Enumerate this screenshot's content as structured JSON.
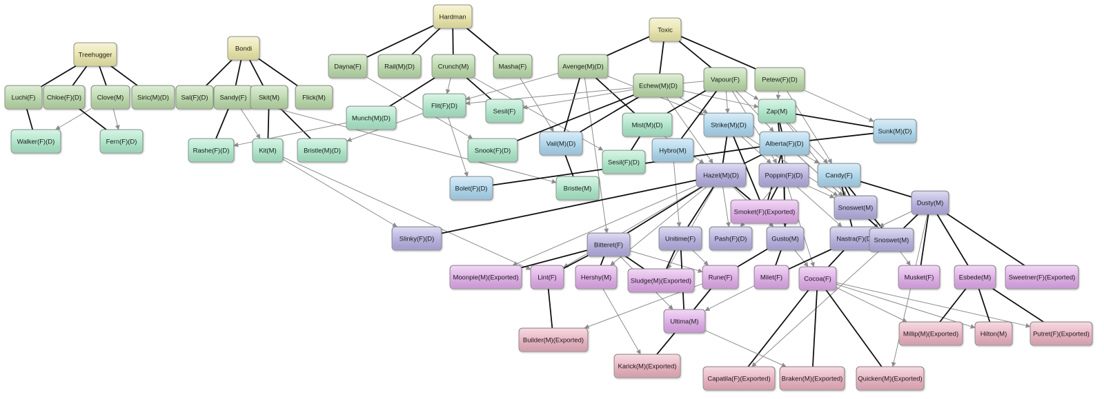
{
  "colors": {
    "y": "#e8e4a8",
    "g": "#b7d6a6",
    "t": "#a9e4c6",
    "b": "#a9d3ea",
    "p": "#b2acdc",
    "m": "#dca8e4",
    "r": "#e6aebd",
    "strong_edge": "#111111",
    "weak_edge": "#8c8c8c"
  },
  "nodes": [
    {
      "id": "treehugger",
      "label": "Treehugger",
      "group": "y"
    },
    {
      "id": "bondi",
      "label": "Bondi",
      "group": "y"
    },
    {
      "id": "hardman",
      "label": "Hardman",
      "group": "y"
    },
    {
      "id": "toxic",
      "label": "Toxic",
      "group": "y"
    },
    {
      "id": "luchi",
      "label": "Luchi(F)",
      "group": "g"
    },
    {
      "id": "chloe",
      "label": "Chloe(F)(D)",
      "group": "g"
    },
    {
      "id": "clove",
      "label": "Clove(M)",
      "group": "g"
    },
    {
      "id": "siric",
      "label": "Siric(M)(D)",
      "group": "g"
    },
    {
      "id": "sal",
      "label": "Sal(F)(D)",
      "group": "g"
    },
    {
      "id": "sandy",
      "label": "Sandy(F)",
      "group": "g"
    },
    {
      "id": "skit",
      "label": "Skit(M)",
      "group": "g"
    },
    {
      "id": "flick",
      "label": "Flick(M)",
      "group": "g"
    },
    {
      "id": "dayna",
      "label": "Dayna(F)",
      "group": "g"
    },
    {
      "id": "rail",
      "label": "Rail(M)(D)",
      "group": "g"
    },
    {
      "id": "crunch",
      "label": "Crunch(M)",
      "group": "g"
    },
    {
      "id": "masha",
      "label": "Masha(F)",
      "group": "g"
    },
    {
      "id": "avenge",
      "label": "Avenge(M)(D)",
      "group": "g"
    },
    {
      "id": "echew",
      "label": "Echew(M)(D)",
      "group": "g"
    },
    {
      "id": "vapour",
      "label": "Vapour(F)",
      "group": "g"
    },
    {
      "id": "petew",
      "label": "Petew(F)(D)",
      "group": "g"
    },
    {
      "id": "walker",
      "label": "Walker(F)(D)",
      "group": "t"
    },
    {
      "id": "fern",
      "label": "Fern(F)(D)",
      "group": "t"
    },
    {
      "id": "rashe",
      "label": "Rashe(F)(D)",
      "group": "t"
    },
    {
      "id": "kit",
      "label": "Kit(M)",
      "group": "t"
    },
    {
      "id": "bristled",
      "label": "Bristle(M)(D)",
      "group": "t"
    },
    {
      "id": "munch",
      "label": "Munch(M)(D)",
      "group": "t"
    },
    {
      "id": "flit",
      "label": "Flit(F)(D)",
      "group": "t"
    },
    {
      "id": "sesilf",
      "label": "Sesil(F)",
      "group": "t"
    },
    {
      "id": "snook",
      "label": "Snook(F)(D)",
      "group": "t"
    },
    {
      "id": "mist",
      "label": "Mist(M)(D)",
      "group": "t"
    },
    {
      "id": "sesilfd",
      "label": "Sesil(F)(D)",
      "group": "t"
    },
    {
      "id": "zap",
      "label": "Zap(M)",
      "group": "t"
    },
    {
      "id": "bristle",
      "label": "Bristle(M)",
      "group": "t"
    },
    {
      "id": "vail",
      "label": "Vail(M)(D)",
      "group": "b"
    },
    {
      "id": "hybro",
      "label": "Hybro(M)",
      "group": "b"
    },
    {
      "id": "strike",
      "label": "Strike(M)(D)",
      "group": "b"
    },
    {
      "id": "alberta",
      "label": "Alberta(F)(D)",
      "group": "b"
    },
    {
      "id": "sunk",
      "label": "Sunk(M)(D)",
      "group": "b"
    },
    {
      "id": "candy",
      "label": "Candy(F)",
      "group": "b"
    },
    {
      "id": "bolet",
      "label": "Bolet(F)(D)",
      "group": "b"
    },
    {
      "id": "hazel",
      "label": "Hazel(M)(D)",
      "group": "p"
    },
    {
      "id": "poppin",
      "label": "Poppin(F)(D)",
      "group": "p"
    },
    {
      "id": "snoswet1",
      "label": "Snoswet(M)",
      "group": "p"
    },
    {
      "id": "dusty",
      "label": "Dusty(M)",
      "group": "p"
    },
    {
      "id": "slinky",
      "label": "Slinky(F)(D)",
      "group": "p"
    },
    {
      "id": "bitteret",
      "label": "Bitteret(F)",
      "group": "p"
    },
    {
      "id": "unitime",
      "label": "Unitime(F)",
      "group": "p"
    },
    {
      "id": "pash",
      "label": "Pash(F)(D)",
      "group": "p"
    },
    {
      "id": "gusto",
      "label": "Gusto(M)",
      "group": "p"
    },
    {
      "id": "nastra",
      "label": "Nastra(F)(D)",
      "group": "p"
    },
    {
      "id": "snoswet2",
      "label": "Snoswet(M)",
      "group": "p"
    },
    {
      "id": "smoket",
      "label": "Smoket(F)(Exported)",
      "group": "m"
    },
    {
      "id": "moonpie",
      "label": "Moonpie(M)(Exported)",
      "group": "m"
    },
    {
      "id": "lint",
      "label": "Lint(F)",
      "group": "m"
    },
    {
      "id": "hershy",
      "label": "Hershy(M)",
      "group": "m"
    },
    {
      "id": "sludge",
      "label": "Sludge(M)(Exported)",
      "group": "m"
    },
    {
      "id": "rune",
      "label": "Rune(F)",
      "group": "m"
    },
    {
      "id": "milet",
      "label": "Milet(F)",
      "group": "m"
    },
    {
      "id": "cocoa",
      "label": "Cocoa(F)",
      "group": "m"
    },
    {
      "id": "musket",
      "label": "Musket(F)",
      "group": "m"
    },
    {
      "id": "esbede",
      "label": "Esbede(M)",
      "group": "m"
    },
    {
      "id": "sweetner",
      "label": "Sweetner(F)(Exported)",
      "group": "m"
    },
    {
      "id": "ultima",
      "label": "Ultima(M)",
      "group": "m"
    },
    {
      "id": "builder",
      "label": "Builder(M)(Exported)",
      "group": "r"
    },
    {
      "id": "karick",
      "label": "Karick(M)(Exported)",
      "group": "r"
    },
    {
      "id": "millip",
      "label": "Millip(M)(Exported)",
      "group": "r"
    },
    {
      "id": "hilton",
      "label": "Hilton(M)",
      "group": "r"
    },
    {
      "id": "putret",
      "label": "Putret(F)(Exported)",
      "group": "r"
    },
    {
      "id": "capatila",
      "label": "Capatila(F)(Exported)",
      "group": "r"
    },
    {
      "id": "braken",
      "label": "Braken(M)(Exported)",
      "group": "r"
    },
    {
      "id": "quicken",
      "label": "Quicken(M)(Exported)",
      "group": "r"
    }
  ],
  "edges": [
    {
      "from": "treehugger",
      "to": "luchi",
      "strong": true
    },
    {
      "from": "treehugger",
      "to": "chloe",
      "strong": true
    },
    {
      "from": "treehugger",
      "to": "clove",
      "strong": true
    },
    {
      "from": "treehugger",
      "to": "siric",
      "strong": true
    },
    {
      "from": "luchi",
      "to": "walker",
      "strong": true
    },
    {
      "from": "clove",
      "to": "walker",
      "strong": false
    },
    {
      "from": "chloe",
      "to": "fern",
      "strong": true
    },
    {
      "from": "clove",
      "to": "fern",
      "strong": false
    },
    {
      "from": "bondi",
      "to": "sal",
      "strong": true
    },
    {
      "from": "bondi",
      "to": "sandy",
      "strong": true
    },
    {
      "from": "bondi",
      "to": "skit",
      "strong": true
    },
    {
      "from": "bondi",
      "to": "flick",
      "strong": true
    },
    {
      "from": "sandy",
      "to": "rashe",
      "strong": true
    },
    {
      "from": "skit",
      "to": "kit",
      "strong": true
    },
    {
      "from": "sandy",
      "to": "kit",
      "strong": false
    },
    {
      "from": "skit",
      "to": "bristled",
      "strong": true
    },
    {
      "from": "kit",
      "to": "slinky",
      "strong": false
    },
    {
      "from": "kit",
      "to": "lint",
      "strong": false
    },
    {
      "from": "sandy",
      "to": "bristle",
      "strong": false
    },
    {
      "from": "munch",
      "to": "rashe",
      "strong": false
    },
    {
      "from": "hardman",
      "to": "dayna",
      "strong": true
    },
    {
      "from": "hardman",
      "to": "rail",
      "strong": true
    },
    {
      "from": "hardman",
      "to": "crunch",
      "strong": true
    },
    {
      "from": "hardman",
      "to": "masha",
      "strong": true
    },
    {
      "from": "crunch",
      "to": "munch",
      "strong": true
    },
    {
      "from": "crunch",
      "to": "sesilf",
      "strong": true
    },
    {
      "from": "crunch",
      "to": "flit",
      "strong": false
    },
    {
      "from": "dayna",
      "to": "snook",
      "strong": false
    },
    {
      "from": "masha",
      "to": "vail",
      "strong": false
    },
    {
      "from": "crunch",
      "to": "sesilfd",
      "strong": false
    },
    {
      "from": "flit",
      "to": "bristled",
      "strong": false
    },
    {
      "from": "flit",
      "to": "bolet",
      "strong": false
    },
    {
      "from": "toxic",
      "to": "avenge",
      "strong": true
    },
    {
      "from": "toxic",
      "to": "echew",
      "strong": true
    },
    {
      "from": "toxic",
      "to": "vapour",
      "strong": true
    },
    {
      "from": "toxic",
      "to": "petew",
      "strong": true
    },
    {
      "from": "avenge",
      "to": "mist",
      "strong": true
    },
    {
      "from": "avenge",
      "to": "vail",
      "strong": true
    },
    {
      "from": "avenge",
      "to": "flit",
      "strong": false
    },
    {
      "from": "avenge",
      "to": "bitteret",
      "strong": false
    },
    {
      "from": "avenge",
      "to": "strike",
      "strong": false
    },
    {
      "from": "echew",
      "to": "snook",
      "strong": true
    },
    {
      "from": "echew",
      "to": "vail",
      "strong": true
    },
    {
      "from": "echew",
      "to": "zap",
      "strong": false
    },
    {
      "from": "echew",
      "to": "strike",
      "strong": false
    },
    {
      "from": "echew",
      "to": "hazel",
      "strong": false
    },
    {
      "from": "echew",
      "to": "sesilf",
      "strong": false
    },
    {
      "from": "vapour",
      "to": "mist",
      "strong": true
    },
    {
      "from": "vapour",
      "to": "hybro",
      "strong": true
    },
    {
      "from": "vapour",
      "to": "zap",
      "strong": false
    },
    {
      "from": "vapour",
      "to": "strike",
      "strong": false
    },
    {
      "from": "vapour",
      "to": "flit",
      "strong": false
    },
    {
      "from": "vapour",
      "to": "alberta",
      "strong": false
    },
    {
      "from": "vapour",
      "to": "poppin",
      "strong": false
    },
    {
      "from": "petew",
      "to": "zap",
      "strong": false
    },
    {
      "from": "petew",
      "to": "sunk",
      "strong": false
    },
    {
      "from": "petew",
      "to": "candy",
      "strong": false
    },
    {
      "from": "mist",
      "to": "sesilfd",
      "strong": true
    },
    {
      "from": "mist",
      "to": "hazel",
      "strong": false
    },
    {
      "from": "vail",
      "to": "bristle",
      "strong": true
    },
    {
      "from": "zap",
      "to": "sunk",
      "strong": true
    },
    {
      "from": "zap",
      "to": "alberta",
      "strong": true
    },
    {
      "from": "zap",
      "to": "poppin",
      "strong": true
    },
    {
      "from": "zap",
      "to": "candy",
      "strong": false
    },
    {
      "from": "zap",
      "to": "snoswet1",
      "strong": false
    },
    {
      "from": "strike",
      "to": "hazel",
      "strong": true
    },
    {
      "from": "strike",
      "to": "smoket",
      "strong": true
    },
    {
      "from": "strike",
      "to": "poppin",
      "strong": false
    },
    {
      "from": "strike",
      "to": "snoswet1",
      "strong": false
    },
    {
      "from": "hybro",
      "to": "unitime",
      "strong": false
    },
    {
      "from": "alberta",
      "to": "hazel",
      "strong": true
    },
    {
      "from": "alberta",
      "to": "bolet",
      "strong": true
    },
    {
      "from": "alberta",
      "to": "sunk",
      "strong": true
    },
    {
      "from": "alberta",
      "to": "smoket",
      "strong": true
    },
    {
      "from": "alberta",
      "to": "candy",
      "strong": false
    },
    {
      "from": "alberta",
      "to": "gusto",
      "strong": false
    },
    {
      "from": "alberta",
      "to": "snoswet1",
      "strong": false
    },
    {
      "from": "alberta",
      "to": "snoswet2",
      "strong": false
    },
    {
      "from": "candy",
      "to": "dusty",
      "strong": true
    },
    {
      "from": "candy",
      "to": "snoswet1",
      "strong": true
    },
    {
      "from": "candy",
      "to": "nastra",
      "strong": true
    },
    {
      "from": "candy",
      "to": "snoswet2",
      "strong": true
    },
    {
      "from": "hazel",
      "to": "slinky",
      "strong": true
    },
    {
      "from": "hazel",
      "to": "bitteret",
      "strong": true
    },
    {
      "from": "hazel",
      "to": "unitime",
      "strong": true
    },
    {
      "from": "hazel",
      "to": "smoket",
      "strong": true
    },
    {
      "from": "hazel",
      "to": "pash",
      "strong": false
    },
    {
      "from": "hazel",
      "to": "gusto",
      "strong": false
    },
    {
      "from": "hazel",
      "to": "moonpie",
      "strong": false
    },
    {
      "from": "hazel",
      "to": "lint",
      "strong": false
    },
    {
      "from": "hazel",
      "to": "hershy",
      "strong": false
    },
    {
      "from": "hazel",
      "to": "sludge",
      "strong": false
    },
    {
      "from": "poppin",
      "to": "smoket",
      "strong": true
    },
    {
      "from": "poppin",
      "to": "gusto",
      "strong": true
    },
    {
      "from": "poppin",
      "to": "nastra",
      "strong": false
    },
    {
      "from": "poppin",
      "to": "pash",
      "strong": false
    },
    {
      "from": "poppin",
      "to": "snoswet1",
      "strong": false
    },
    {
      "from": "poppin",
      "to": "cocoa",
      "strong": false
    },
    {
      "from": "snoswet1",
      "to": "snoswet2",
      "strong": true
    },
    {
      "from": "dusty",
      "to": "snoswet2",
      "strong": true
    },
    {
      "from": "dusty",
      "to": "musket",
      "strong": true
    },
    {
      "from": "dusty",
      "to": "esbede",
      "strong": true
    },
    {
      "from": "dusty",
      "to": "sweetner",
      "strong": true
    },
    {
      "from": "dusty",
      "to": "quicken",
      "strong": false
    },
    {
      "from": "dusty",
      "to": "nastra",
      "strong": false
    },
    {
      "from": "bitteret",
      "to": "moonpie",
      "strong": true
    },
    {
      "from": "bitteret",
      "to": "lint",
      "strong": true
    },
    {
      "from": "bitteret",
      "to": "hershy",
      "strong": true
    },
    {
      "from": "bitteret",
      "to": "sludge",
      "strong": true
    },
    {
      "from": "bitteret",
      "to": "rune",
      "strong": false
    },
    {
      "from": "bitteret",
      "to": "ultima",
      "strong": false
    },
    {
      "from": "unitime",
      "to": "sludge",
      "strong": true
    },
    {
      "from": "unitime",
      "to": "ultima",
      "strong": true
    },
    {
      "from": "unitime",
      "to": "rune",
      "strong": false
    },
    {
      "from": "gusto",
      "to": "rune",
      "strong": true
    },
    {
      "from": "gusto",
      "to": "milet",
      "strong": true
    },
    {
      "from": "gusto",
      "to": "cocoa",
      "strong": false
    },
    {
      "from": "nastra",
      "to": "milet",
      "strong": true
    },
    {
      "from": "nastra",
      "to": "cocoa",
      "strong": true
    },
    {
      "from": "snoswet2",
      "to": "musket",
      "strong": false
    },
    {
      "from": "snoswet2",
      "to": "capatila",
      "strong": false
    },
    {
      "from": "lint",
      "to": "builder",
      "strong": true
    },
    {
      "from": "hershy",
      "to": "karick",
      "strong": false
    },
    {
      "from": "rune",
      "to": "ultima",
      "strong": true
    },
    {
      "from": "rune",
      "to": "builder",
      "strong": false
    },
    {
      "from": "milet",
      "to": "ultima",
      "strong": false
    },
    {
      "from": "cocoa",
      "to": "capatila",
      "strong": true
    },
    {
      "from": "cocoa",
      "to": "braken",
      "strong": true
    },
    {
      "from": "cocoa",
      "to": "quicken",
      "strong": true
    },
    {
      "from": "cocoa",
      "to": "millip",
      "strong": false
    },
    {
      "from": "cocoa",
      "to": "hilton",
      "strong": false
    },
    {
      "from": "cocoa",
      "to": "putret",
      "strong": false
    },
    {
      "from": "esbede",
      "to": "millip",
      "strong": true
    },
    {
      "from": "esbede",
      "to": "hilton",
      "strong": true
    },
    {
      "from": "esbede",
      "to": "putret",
      "strong": true
    },
    {
      "from": "ultima",
      "to": "karick",
      "strong": true
    },
    {
      "from": "ultima",
      "to": "braken",
      "strong": false
    }
  ]
}
